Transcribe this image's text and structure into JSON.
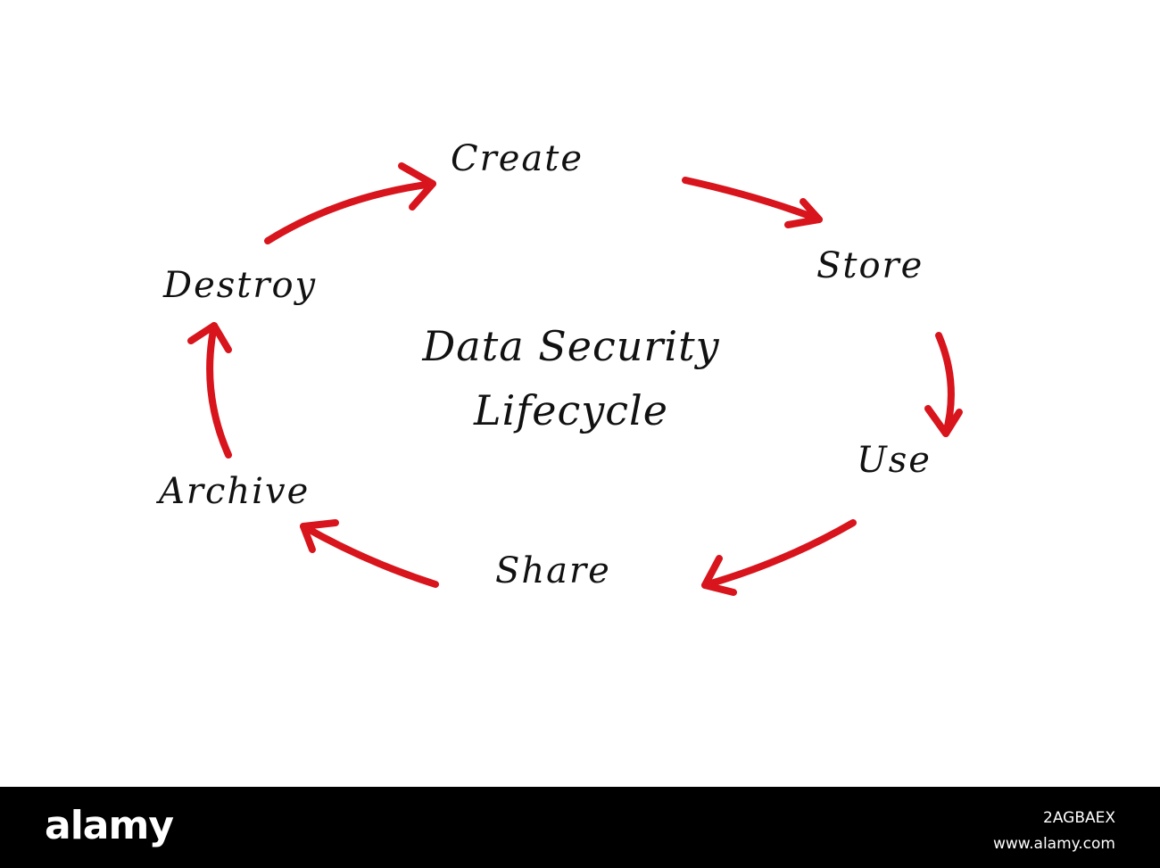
{
  "diagram": {
    "title_line1": "Data Security",
    "title_line2": "Lifecycle",
    "stages": [
      "Create",
      "Store",
      "Use",
      "Share",
      "Archive",
      "Destroy"
    ],
    "arrow_color": "#d8141c",
    "text_color": "#111111"
  },
  "footer": {
    "brand": "alamy",
    "image_id": "2AGBAEX",
    "site": "www.alamy.com"
  }
}
